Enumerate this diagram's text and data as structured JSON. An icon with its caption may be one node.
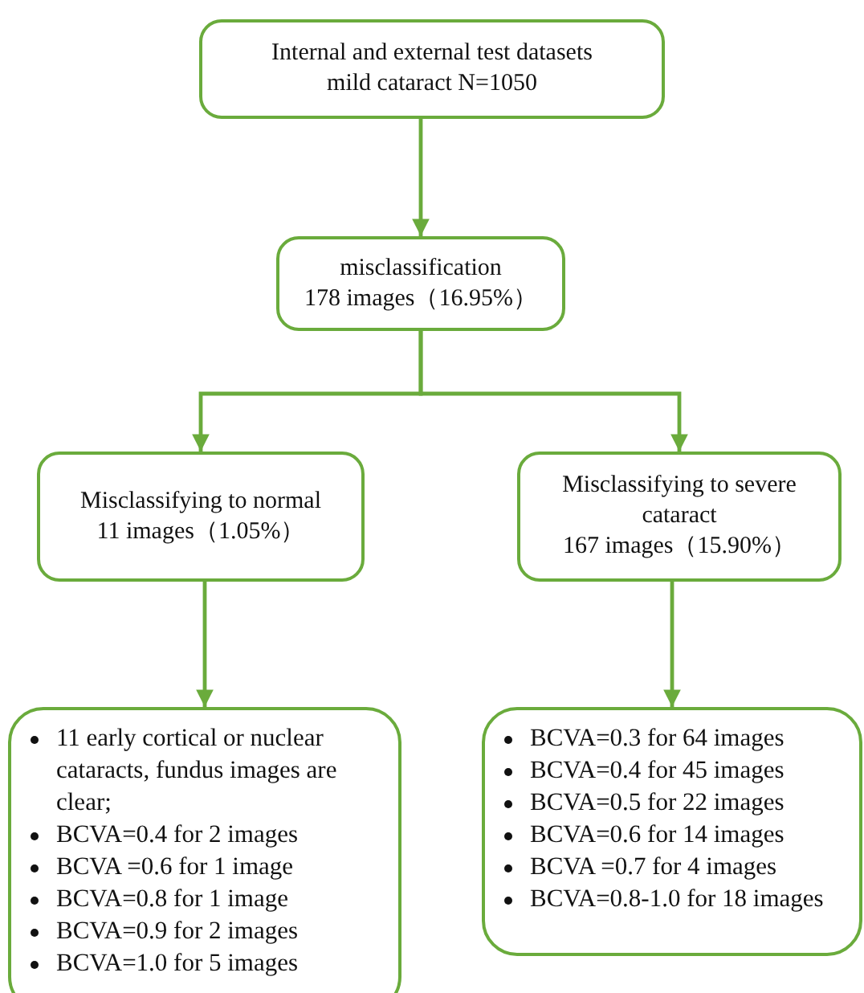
{
  "diagram": {
    "nodes": [
      {
        "text": [
          "Internal and external test datasets",
          "mild cataract N=1050"
        ]
      },
      {
        "text": [
          "misclassification",
          "178 images（16.95%）"
        ]
      },
      {
        "text": [
          "Misclassifying to normal",
          "11 images（1.05%）"
        ]
      },
      {
        "text": [
          "Misclassifying to severe cataract",
          "167 images（15.90%）"
        ]
      },
      {
        "text": [
          "11 early cortical or nuclear cataracts, fundus images are clear;",
          "BCVA=0.4 for 2 images",
          "BCVA =0.6 for 1 image",
          "BCVA=0.8 for 1 image",
          "BCVA=0.9 for 2 images",
          "BCVA=1.0 for 5 images"
        ]
      },
      {
        "text": [
          "BCVA=0.3 for 64 images",
          "BCVA=0.4 for 45 images",
          "BCVA=0.5 for 22 images",
          "BCVA=0.6 for 14 images",
          "BCVA =0.7 for 4 images",
          "BCVA=0.8-1.0 for 18 images"
        ]
      }
    ],
    "edges": [
      {
        "from": 0,
        "to": 1,
        "arrow": "to"
      },
      {
        "from": 1,
        "to": 2,
        "arrow": "to"
      },
      {
        "from": 1,
        "to": 3,
        "arrow": "to"
      },
      {
        "from": 2,
        "to": 4,
        "arrow": "to"
      },
      {
        "from": 3,
        "to": 5,
        "arrow": "to"
      }
    ]
  }
}
